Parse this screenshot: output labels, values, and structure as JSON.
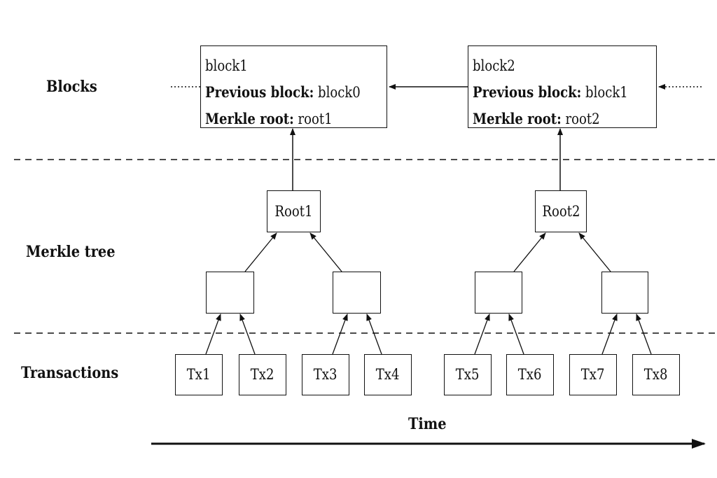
{
  "rows": {
    "blocks": "Blocks",
    "merkle": "Merkle tree",
    "transactions": "Transactions"
  },
  "blocks": [
    {
      "name": "block1",
      "prev_label": "Previous block:",
      "prev_value": "block0",
      "root_label": "Merkle root:",
      "root_value": "root1"
    },
    {
      "name": "block2",
      "prev_label": "Previous block:",
      "prev_value": "block1",
      "root_label": "Merkle root:",
      "root_value": "root2"
    }
  ],
  "roots": [
    "Root1",
    "Root2"
  ],
  "transactions": [
    "Tx1",
    "Tx2",
    "Tx3",
    "Tx4",
    "Tx5",
    "Tx6",
    "Tx7",
    "Tx8"
  ],
  "time_label": "Time",
  "colors": {
    "stroke": "#111111",
    "background": "#ffffff"
  }
}
